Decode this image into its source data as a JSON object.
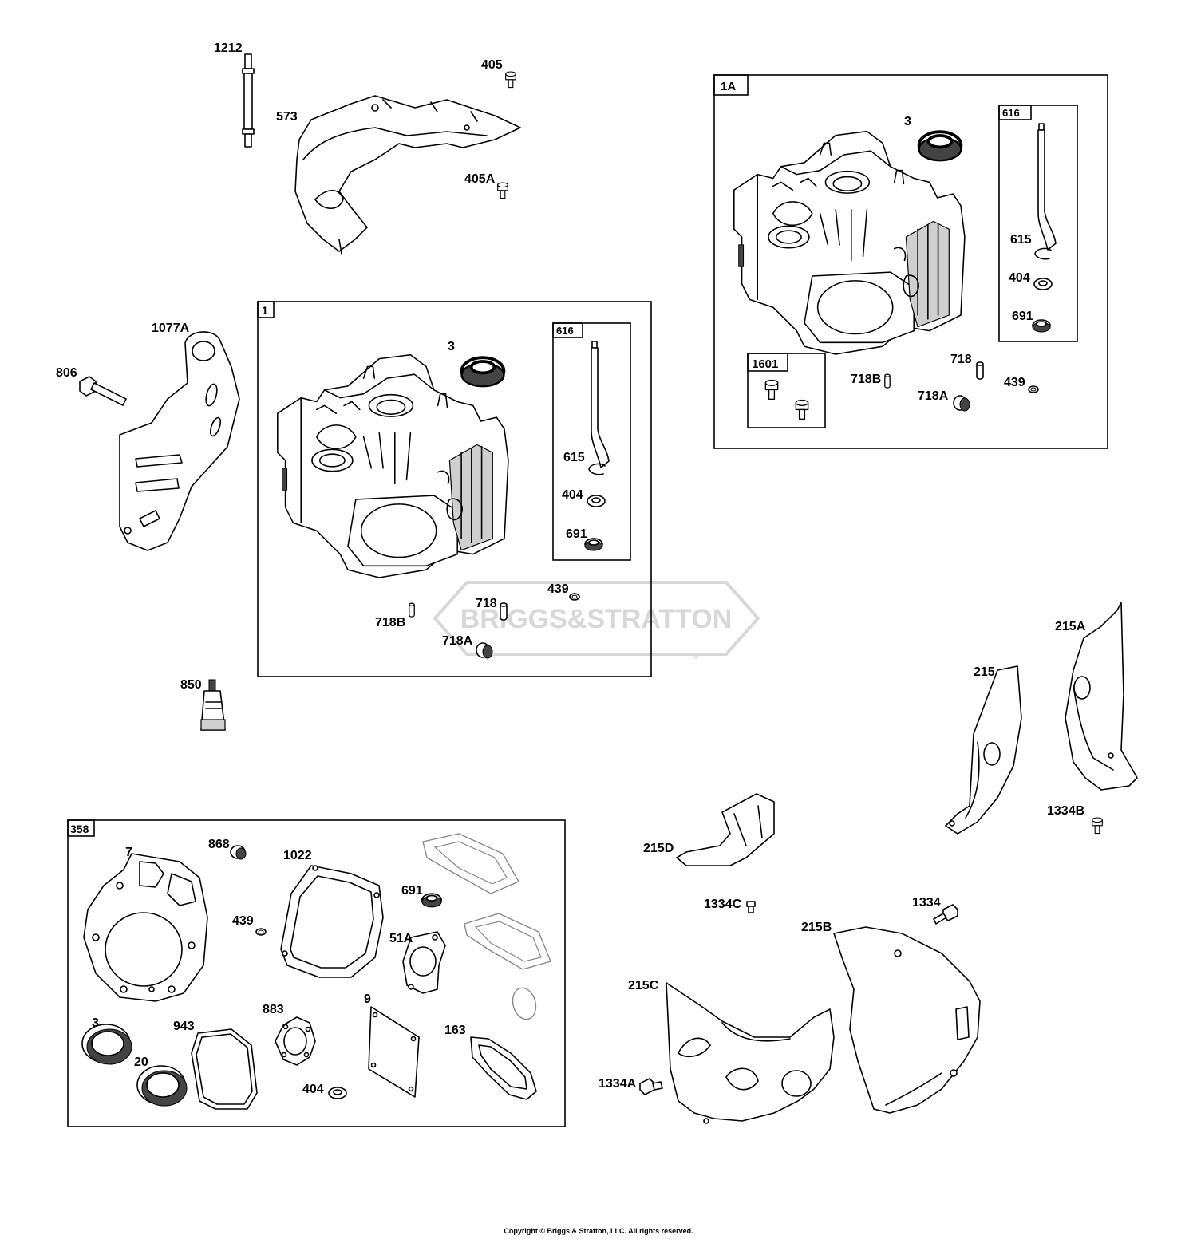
{
  "watermark": {
    "text": "BRIGGS&STRATTON",
    "registered": "®",
    "color": "#d4d4d4"
  },
  "copyright": "Copyright © Briggs & Stratton, LLC. All rights reserved.",
  "groups": {
    "g1": {
      "label": "1"
    },
    "g1a": {
      "label": "1A"
    },
    "g616a": {
      "label": "616"
    },
    "g616b": {
      "label": "616"
    },
    "g1601": {
      "label": "1601"
    },
    "g358": {
      "label": "358"
    }
  },
  "callouts": {
    "c1212": "1212",
    "c405": "405",
    "c573": "573",
    "c405a": "405A",
    "c1077a": "1077A",
    "c806": "806",
    "c850": "850",
    "g1_3": "3",
    "g1_615": "615",
    "g1_404": "404",
    "g1_691": "691",
    "g1_718": "718",
    "g1_439": "439",
    "g1_718b": "718B",
    "g1_718a": "718A",
    "g1a_3": "3",
    "g1a_615": "615",
    "g1a_404": "404",
    "g1a_691": "691",
    "g1a_718": "718",
    "g1a_718b": "718B",
    "g1a_718a": "718A",
    "g1a_439": "439",
    "c215a": "215A",
    "c215": "215",
    "c1334b": "1334B",
    "c215d": "215D",
    "c1334c": "1334C",
    "c1334": "1334",
    "c215b": "215B",
    "c215c": "215C",
    "c1334a": "1334A",
    "g358_7": "7",
    "g358_868": "868",
    "g358_1022": "1022",
    "g358_691": "691",
    "g358_439": "439",
    "g358_51a": "51A",
    "g358_3": "3",
    "g358_943": "943",
    "g358_883": "883",
    "g358_9": "9",
    "g358_163": "163",
    "g358_20": "20",
    "g358_404": "404"
  }
}
